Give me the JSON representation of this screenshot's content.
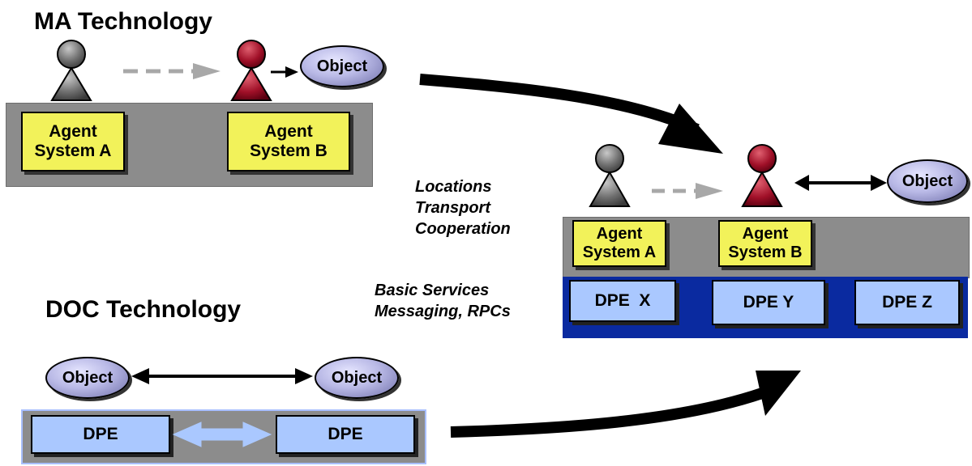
{
  "ma": {
    "title": "MA Technology",
    "agent_a_line1": "Agent",
    "agent_a_line2": "System A",
    "agent_b_line1": "Agent",
    "agent_b_line2": "System B",
    "object_label": "Object"
  },
  "doc": {
    "title": "DOC Technology",
    "object_left": "Object",
    "object_right": "Object",
    "dpe_left": "DPE",
    "dpe_right": "DPE"
  },
  "combined": {
    "agent_a_line1": "Agent",
    "agent_a_line2": "System A",
    "agent_b_line1": "Agent",
    "agent_b_line2": "System B",
    "object_label": "Object",
    "dpe_x": "DPE  X",
    "dpe_y": "DPE Y",
    "dpe_z": "DPE Z"
  },
  "notes": {
    "locations": "Locations",
    "transport": "Transport",
    "cooperation": "Cooperation",
    "basic_services": "Basic Services",
    "messaging": "Messaging, RPCs"
  },
  "colors": {
    "gray_platform": "#8c8c8c",
    "blue_platform": "#0a2aa0",
    "agent_box": "#f2f25a",
    "dpe_box": "#aac8ff",
    "agent_gray": "#6e6e6e",
    "agent_red": "#a01028"
  }
}
